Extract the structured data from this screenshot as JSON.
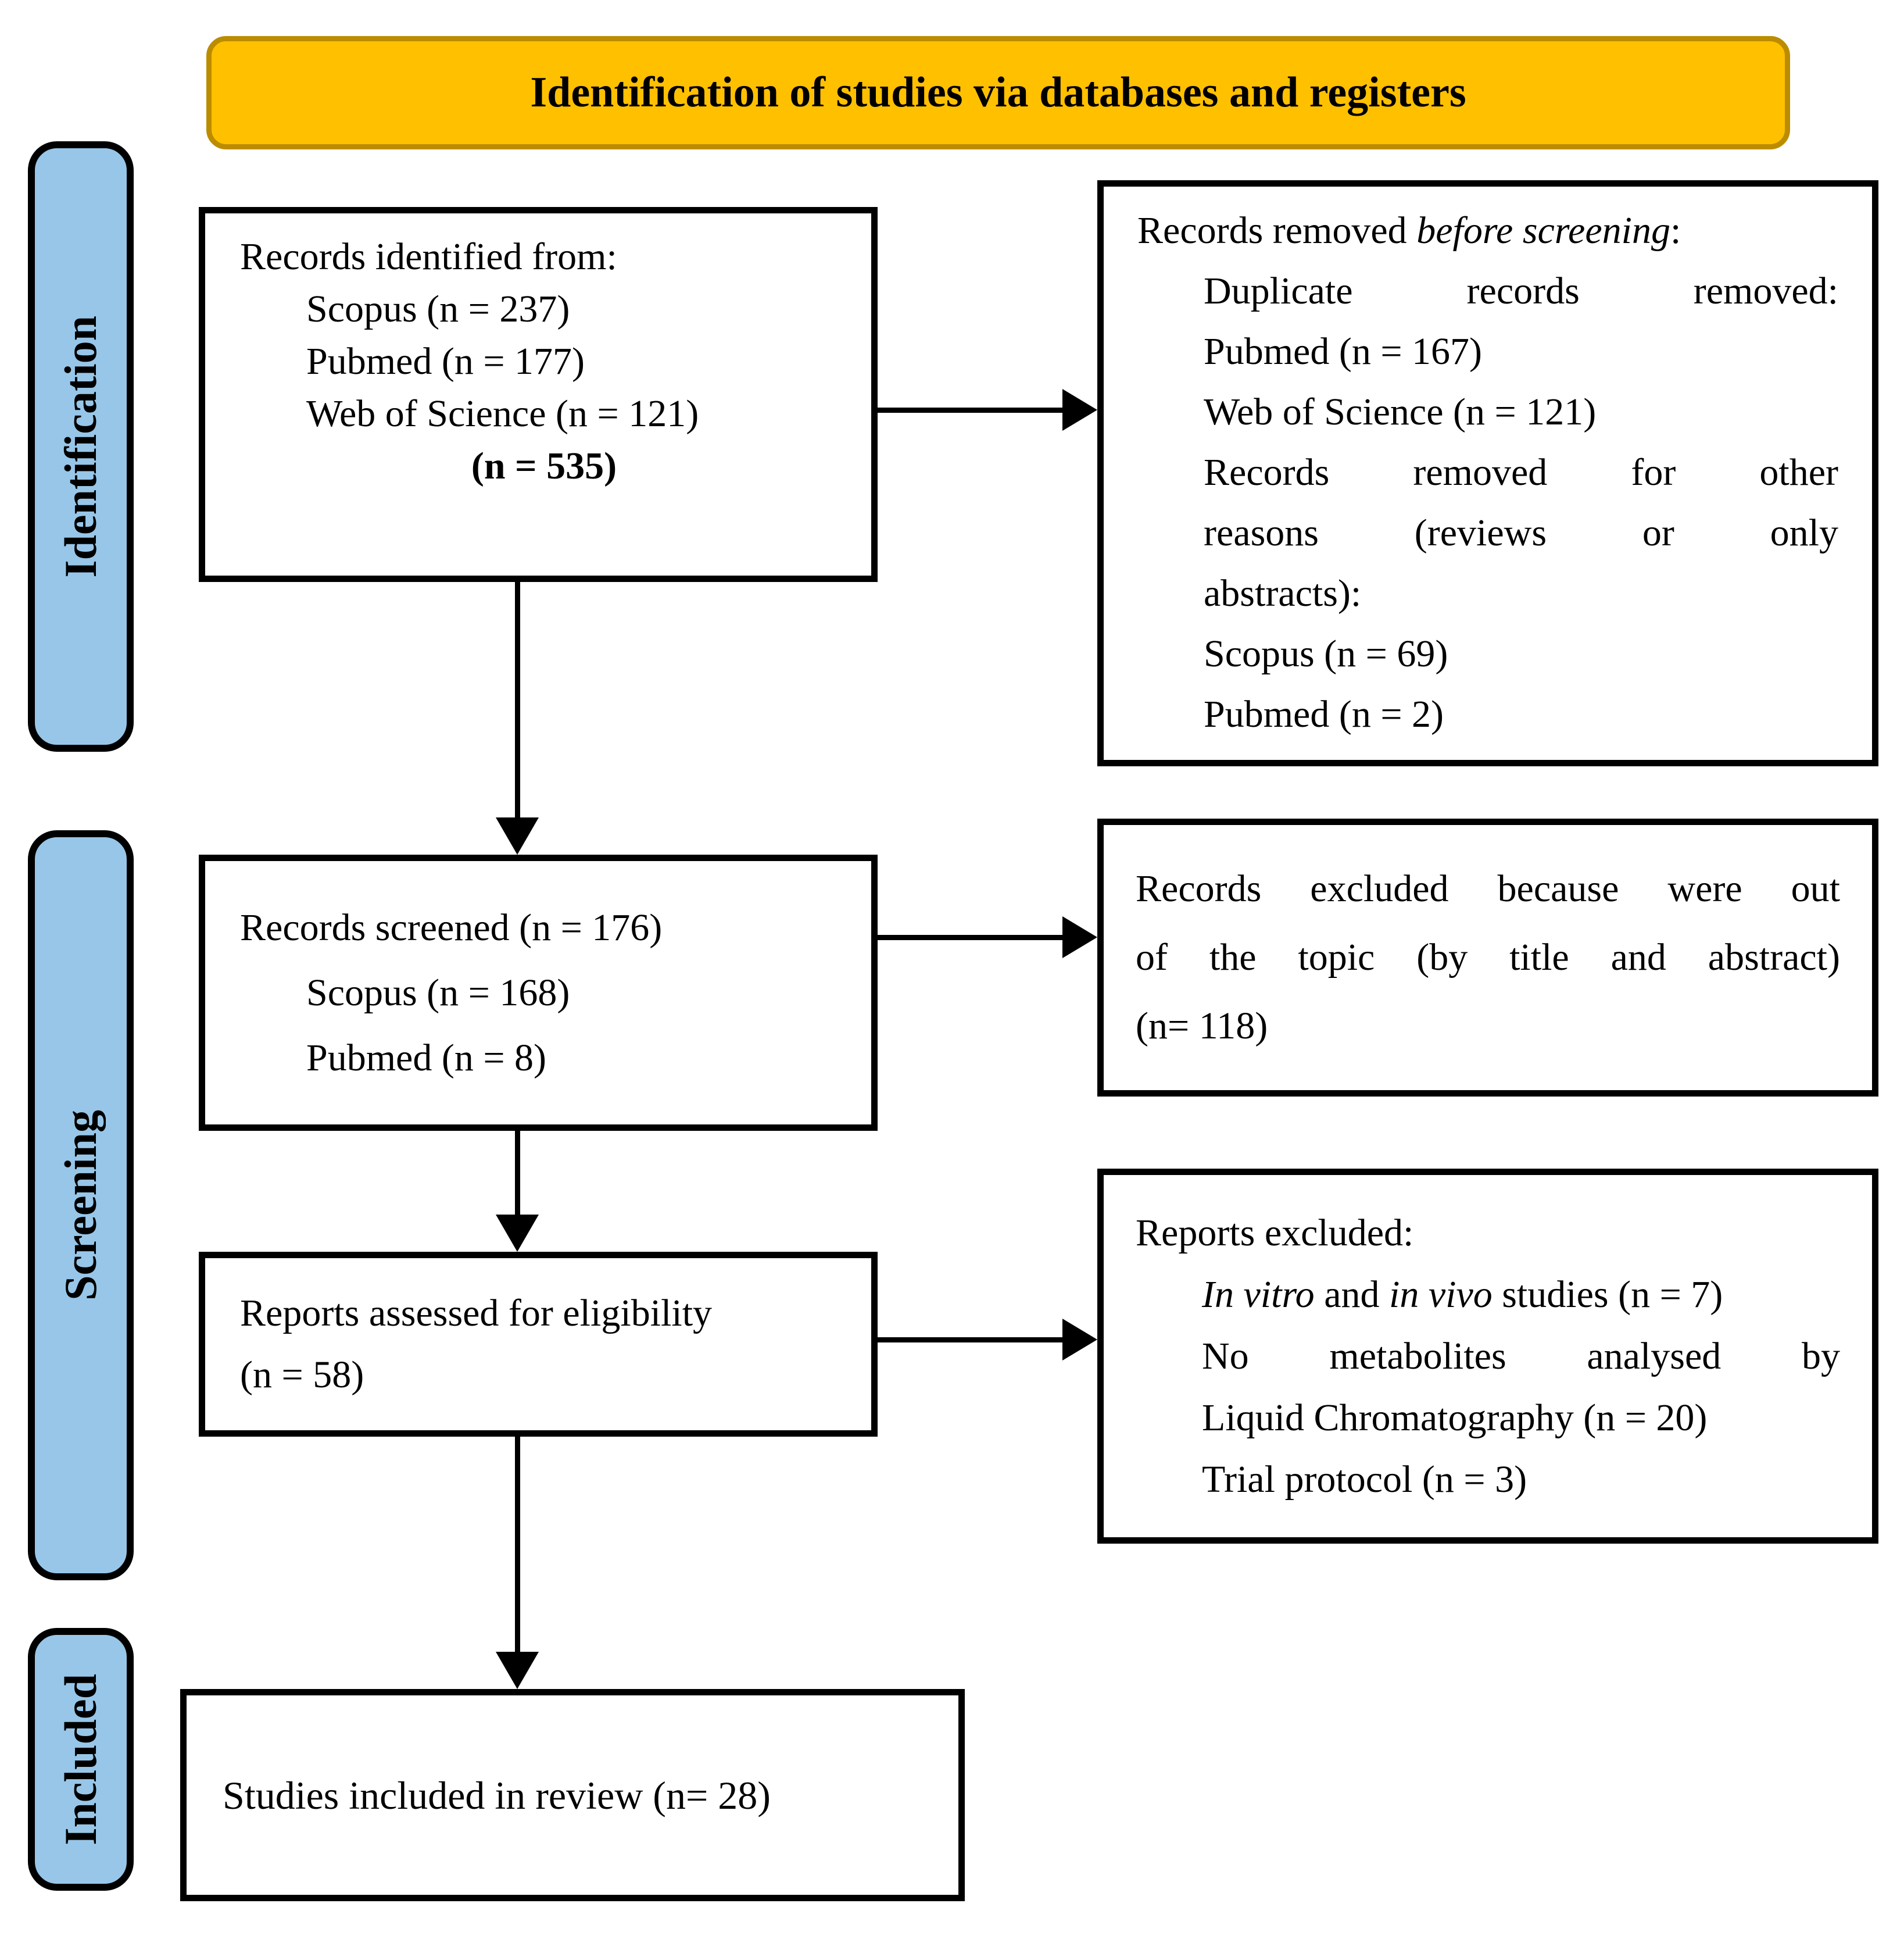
{
  "banner": {
    "title": "Identification of studies via databases and registers"
  },
  "stages": {
    "identification": "Identification",
    "screening": "Screening",
    "included": "Included"
  },
  "records_identified": {
    "intro": "Records identified from:",
    "items": [
      "Scopus (n = 237)",
      "Pubmed (n = 177)",
      "Web of Science (n = 121)"
    ],
    "total": "(n = 535)"
  },
  "records_removed": {
    "intro_pre": "Records removed ",
    "intro_italic": "before screening",
    "intro_post": ":",
    "duplicates_heading": "Duplicate records removed:",
    "duplicates": [
      "Pubmed (n = 167)",
      "Web of Science (n = 121)"
    ],
    "other_reasons_lines": [
      "Records removed for other",
      "reasons (reviews or only",
      "abstracts):"
    ],
    "other_items": [
      "Scopus (n = 69)",
      "Pubmed (n = 2)"
    ]
  },
  "records_screened": {
    "intro": "Records screened (n = 176)",
    "items": [
      "Scopus (n = 168)",
      "Pubmed (n = 8)"
    ]
  },
  "records_excluded": {
    "lines": [
      "Records excluded because were out",
      "of the topic (by title and abstract)",
      "(n= 118)"
    ]
  },
  "reports_assessed": {
    "lines": [
      "Reports assessed for eligibility",
      "(n = 58)"
    ]
  },
  "reports_excluded": {
    "intro": "Reports excluded:",
    "invitro_italic1": "In vitro",
    "invitro_mid": " and ",
    "invitro_italic2": "in vivo",
    "invitro_post": " studies (n = 7)",
    "no_metabolites_lines": [
      "No metabolites analysed by",
      "Liquid Chromatography (n = 20)"
    ],
    "trial": "Trial protocol (n = 3)"
  },
  "studies_included": {
    "text": "Studies included in review (n= 28)"
  },
  "colors": {
    "banner_fill": "#FFC000",
    "banner_border": "#BC8C00",
    "stage_fill": "#97C6E8",
    "line": "#000000"
  }
}
